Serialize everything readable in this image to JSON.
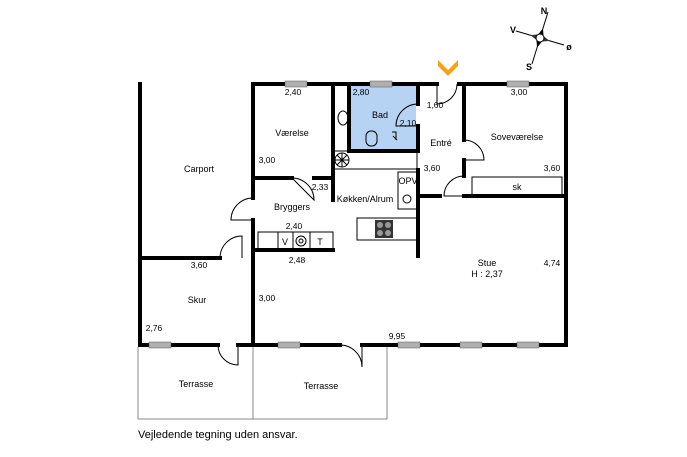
{
  "compass": {
    "n": "N",
    "s": "S",
    "v": "V",
    "o": "ø"
  },
  "rooms": {
    "carport": "Carport",
    "vaerelse": "Værelse",
    "bad": "Bad",
    "entre": "Entré",
    "sovevaerelse": "Soveværelse",
    "sk": "sk",
    "bryggers": "Bryggers",
    "kokken": "Køkken/Alrum",
    "opv": "OPV",
    "v": "V",
    "t": "T",
    "stue": "Stue",
    "stue_height": "H : 2,37",
    "skur": "Skur",
    "terrasse_left": "Terrasse",
    "terrasse_right": "Terrasse"
  },
  "dimensions": {
    "vaerelse_top": "2,40",
    "bad_top": "2,80",
    "entre_top": "1,60",
    "sove_top": "3,00",
    "bad_side": "2,10",
    "vaerelse_side": "3,00",
    "vaerelse_bottom": "2,33",
    "entre_side": "3,60",
    "sove_side": "3,60",
    "bryggers_bottom": "2,40",
    "skur_top": "3,60",
    "bryggers_below": "2,48",
    "stue_side": "4,74",
    "stue_left": "3,00",
    "skur_side": "2,76",
    "stue_bottom": "9,95"
  },
  "colors": {
    "bath": "#b7d3f3",
    "entrance_marker": "#f3a313",
    "wall": "#000000"
  },
  "footer": {
    "disclaimer": "Vejledende tegning uden ansvar."
  }
}
